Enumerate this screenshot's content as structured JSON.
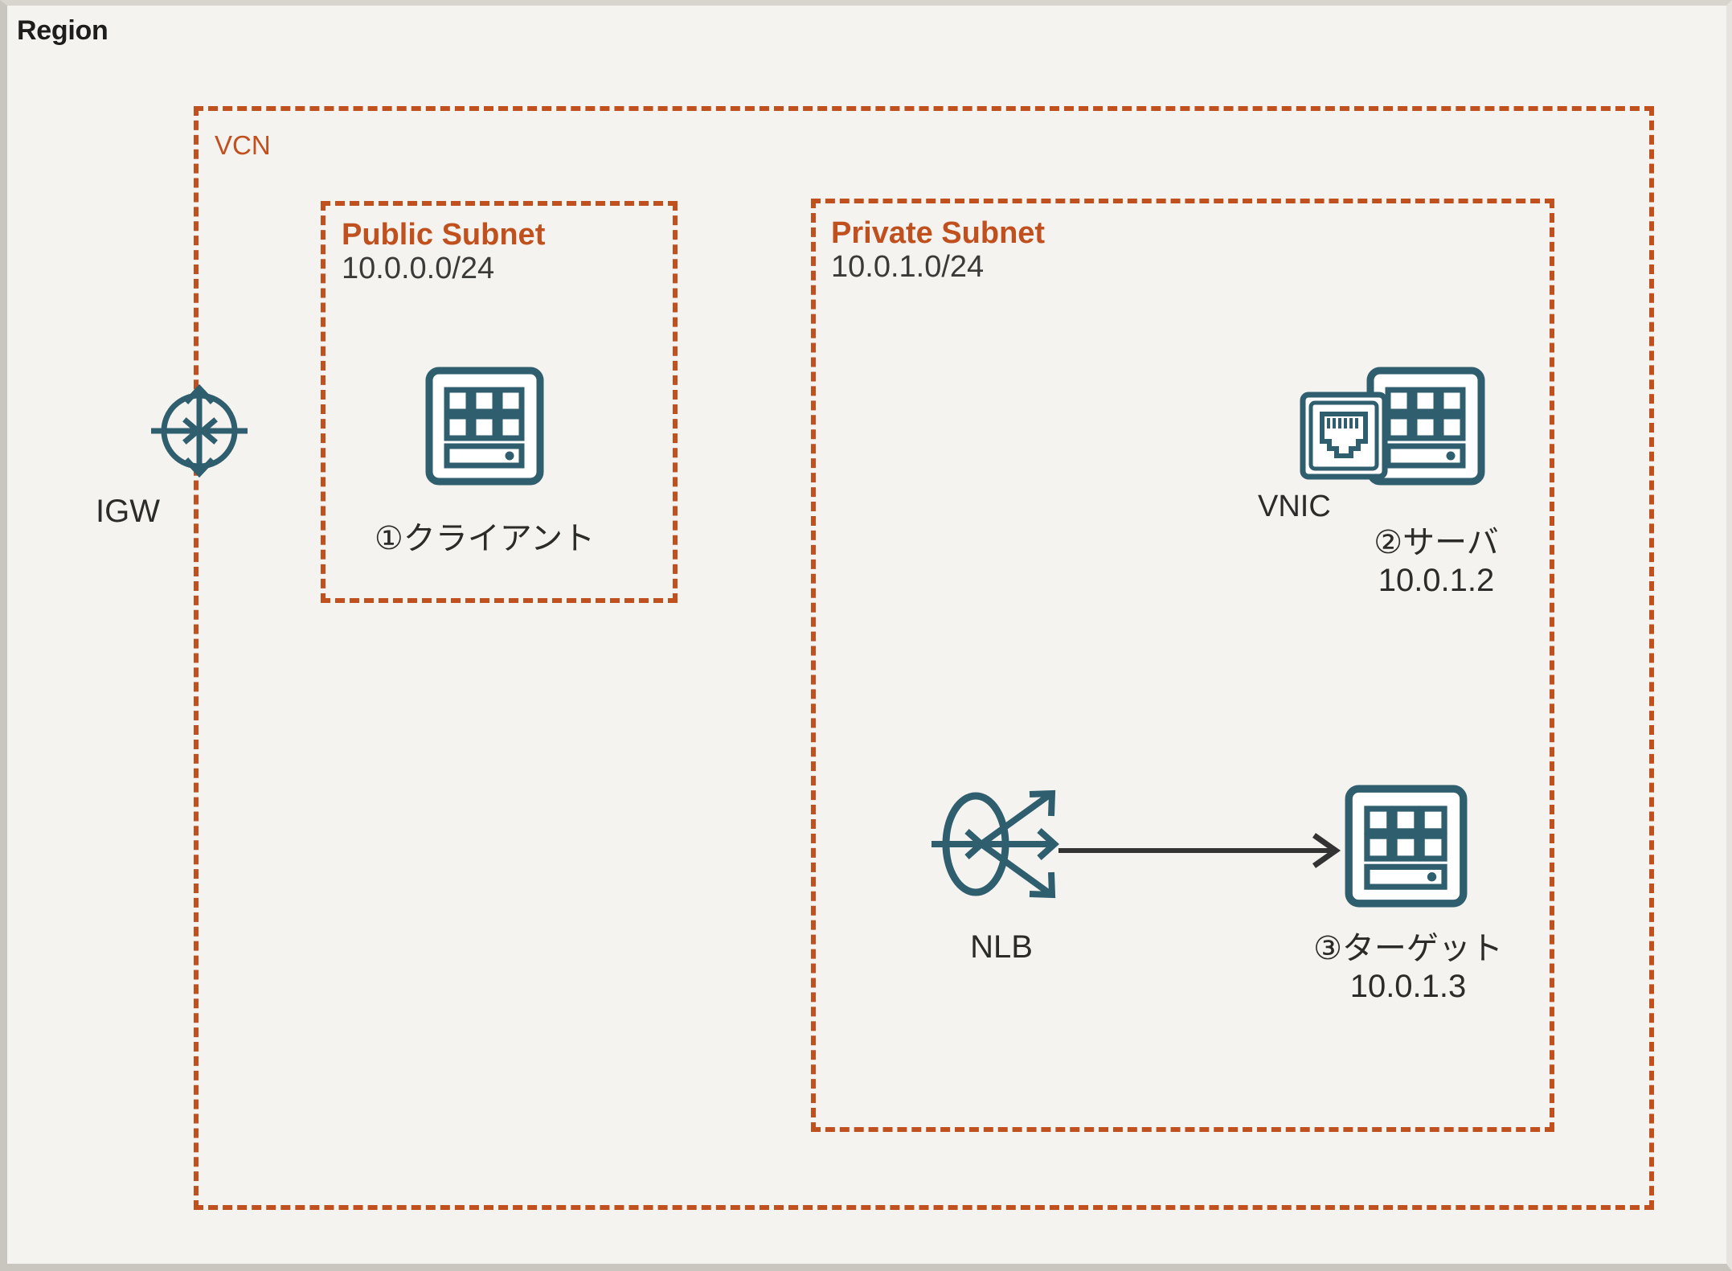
{
  "region": {
    "title": "Region"
  },
  "vcn": {
    "label": "VCN"
  },
  "public_subnet": {
    "title": "Public Subnet",
    "cidr": "10.0.0.0/24"
  },
  "private_subnet": {
    "title": "Private Subnet",
    "cidr": "10.0.1.0/24"
  },
  "gateway": {
    "label": "IGW",
    "icon": "internet-gateway-icon"
  },
  "nodes": [
    {
      "id": "client",
      "label": "①クライアント",
      "ip": "",
      "icon": "compute-instance-icon"
    },
    {
      "id": "server",
      "label": "②サーバ",
      "ip": "10.0.1.2",
      "icon": "compute-instance-icon",
      "attached_label": "VNIC",
      "attached_icon": "vnic-ethernet-port-icon"
    },
    {
      "id": "nlb",
      "label": "NLB",
      "ip": "",
      "icon": "network-load-balancer-icon"
    },
    {
      "id": "target",
      "label": "③ターゲット",
      "ip": "10.0.1.3",
      "icon": "compute-instance-icon"
    }
  ],
  "connections": [
    {
      "from": "nlb",
      "to": "target",
      "style": "solid-arrow"
    }
  ],
  "colors": {
    "accent_orange": "#c0501e",
    "icon_teal": "#2f5e6e",
    "text_dark": "#2b2b29",
    "background": "#f4f3f0",
    "connector": "#333333"
  }
}
